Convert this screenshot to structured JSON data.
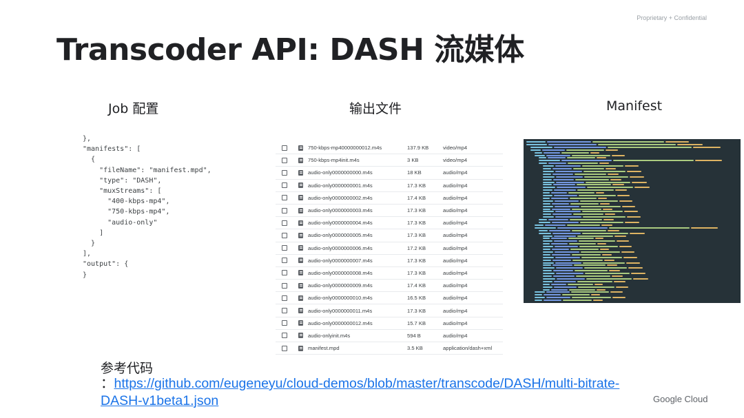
{
  "header": {
    "confidential": "Proprietary + Confidential",
    "title": "Transcoder API: DASH 流媒体"
  },
  "columns": {
    "job": "Job 配置",
    "output": "输出文件",
    "manifest": "Manifest"
  },
  "job_config": {
    "code": "},\n\"manifests\": [\n  {\n    \"fileName\": \"manifest.mpd\",\n    \"type\": \"DASH\",\n    \"muxStreams\": [\n      \"400-kbps-mp4\",\n      \"750-kbps-mp4\",\n      \"audio-only\"\n    ]\n  }\n],\n\"output\": {\n}"
  },
  "output_files": [
    {
      "name": "750-kbps-mp40000000012.m4s",
      "size": "137.9 KB",
      "type": "video/mp4"
    },
    {
      "name": "750-kbps-mp4init.m4s",
      "size": "3 KB",
      "type": "video/mp4"
    },
    {
      "name": "audio-only0000000000.m4s",
      "size": "18 KB",
      "type": "audio/mp4"
    },
    {
      "name": "audio-only0000000001.m4s",
      "size": "17.3 KB",
      "type": "audio/mp4"
    },
    {
      "name": "audio-only0000000002.m4s",
      "size": "17.4 KB",
      "type": "audio/mp4"
    },
    {
      "name": "audio-only0000000003.m4s",
      "size": "17.3 KB",
      "type": "audio/mp4"
    },
    {
      "name": "audio-only0000000004.m4s",
      "size": "17.3 KB",
      "type": "audio/mp4"
    },
    {
      "name": "audio-only0000000005.m4s",
      "size": "17.3 KB",
      "type": "audio/mp4"
    },
    {
      "name": "audio-only0000000006.m4s",
      "size": "17.2 KB",
      "type": "audio/mp4"
    },
    {
      "name": "audio-only0000000007.m4s",
      "size": "17.3 KB",
      "type": "audio/mp4"
    },
    {
      "name": "audio-only0000000008.m4s",
      "size": "17.3 KB",
      "type": "audio/mp4"
    },
    {
      "name": "audio-only0000000009.m4s",
      "size": "17.4 KB",
      "type": "audio/mp4"
    },
    {
      "name": "audio-only0000000010.m4s",
      "size": "16.5 KB",
      "type": "audio/mp4"
    },
    {
      "name": "audio-only0000000011.m4s",
      "size": "17.3 KB",
      "type": "audio/mp4"
    },
    {
      "name": "audio-only0000000012.m4s",
      "size": "15.7 KB",
      "type": "audio/mp4"
    },
    {
      "name": "audio-onlyinit.m4s",
      "size": "594 B",
      "type": "audio/mp4"
    },
    {
      "name": "manifest.mpd",
      "size": "3.5 KB",
      "type": "application/dash+xml"
    }
  ],
  "reference": {
    "label": "参考代码",
    "prefix": "：",
    "link": "https://github.com/eugeneyu/cloud-demos/blob/master/transcode/DASH/multi-bitrate-DASH-v1beta1.json"
  },
  "footer": {
    "brand": "Google Cloud"
  },
  "colors": {
    "link": "#1a73e8",
    "code_bg": "#263238",
    "code_green": "#c3e88d",
    "code_yellow": "#ffcb6b",
    "code_blue": "#82aaff"
  }
}
